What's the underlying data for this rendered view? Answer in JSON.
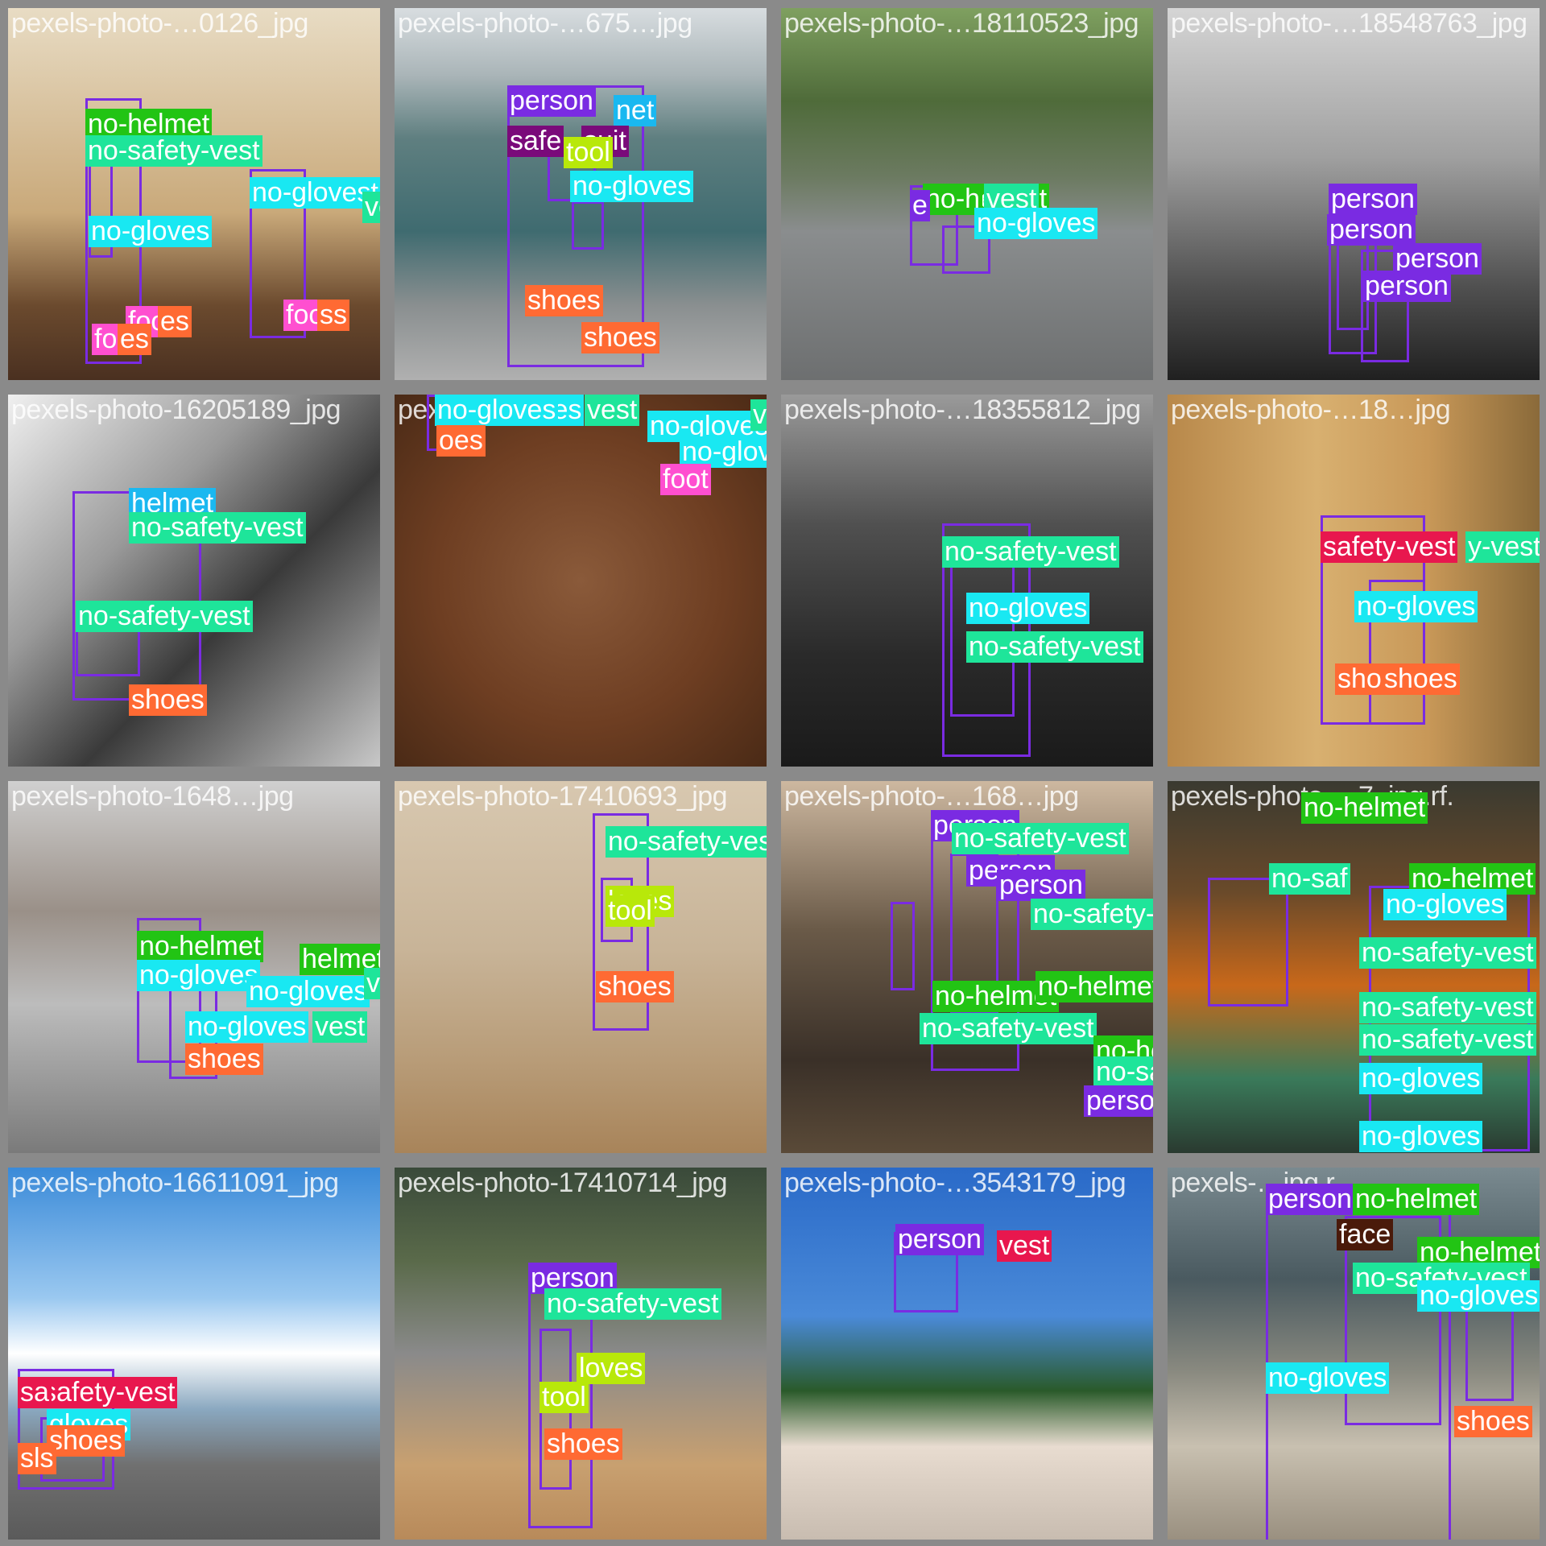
{
  "class_colors": {
    "person": "#7a2be2",
    "no-helmet": "#22c414",
    "no-safety-vest": "#1ee59a",
    "no-gloves": "#19e8f2",
    "safety-vest": "#e8174e",
    "shoes": "#ff6a33",
    "foot": "#ff4fd0",
    "tool": "#b8e80a",
    "helmet": "#1ab8f0",
    "safety-suit": "#7a0a7a",
    "face": "#4a1a0a"
  },
  "tiles": [
    {
      "filename": "pexels-photo-…0126_jpg",
      "labels": [
        {
          "text": "no-helmet",
          "cls": "no-helmet"
        },
        {
          "text": "no-safety-vest",
          "cls": "no-safety-vest"
        },
        {
          "text": "no-glovest",
          "cls": "no-gloves"
        },
        {
          "text": "vest",
          "cls": "no-safety-vest"
        },
        {
          "text": "no-gloves",
          "cls": "no-gloves"
        },
        {
          "text": "foot",
          "cls": "foot"
        },
        {
          "text": "es",
          "cls": "shoes"
        },
        {
          "text": "foot",
          "cls": "foot"
        },
        {
          "text": "ss",
          "cls": "shoes"
        },
        {
          "text": "fo",
          "cls": "foot"
        },
        {
          "text": "es",
          "cls": "shoes"
        }
      ]
    },
    {
      "filename": "pexels-photo-…675…jpg",
      "labels": [
        {
          "text": "person",
          "cls": "person"
        },
        {
          "text": "net",
          "cls": "helmet"
        },
        {
          "text": "safe",
          "cls": "safety-suit"
        },
        {
          "text": "suit",
          "cls": "safety-suit"
        },
        {
          "text": "tool",
          "cls": "tool"
        },
        {
          "text": "no-gloves",
          "cls": "no-gloves"
        },
        {
          "text": "shoes",
          "cls": "shoes"
        },
        {
          "text": "shoes",
          "cls": "shoes"
        }
      ]
    },
    {
      "filename": "pexels-photo-…18110523_jpg",
      "labels": [
        {
          "text": "no-helmet",
          "cls": "no-helmet"
        },
        {
          "text": "vest",
          "cls": "no-safety-vest"
        },
        {
          "text": "no-h",
          "cls": "no-helmet"
        },
        {
          "text": "e",
          "cls": "person"
        },
        {
          "text": "no-gloves",
          "cls": "no-gloves"
        }
      ]
    },
    {
      "filename": "pexels-photo-…18548763_jpg",
      "labels": [
        {
          "text": "person",
          "cls": "person"
        },
        {
          "text": "person",
          "cls": "person"
        },
        {
          "text": "person",
          "cls": "person"
        },
        {
          "text": "person",
          "cls": "person"
        }
      ]
    },
    {
      "filename": "pexels-photo-16205189_jpg",
      "labels": [
        {
          "text": "helmet",
          "cls": "helmet"
        },
        {
          "text": "no-safety-vest",
          "cls": "no-safety-vest"
        },
        {
          "text": "no-safety-vest",
          "cls": "no-safety-vest"
        },
        {
          "text": "shoes",
          "cls": "shoes"
        }
      ]
    },
    {
      "filename": "pexels-photo-…",
      "labels": [
        {
          "text": "no-gloves",
          "cls": "no-gloves"
        },
        {
          "text": "vest",
          "cls": "no-safety-vest"
        },
        {
          "text": "no-gloves",
          "cls": "no-gloves"
        },
        {
          "text": "oes",
          "cls": "shoes"
        },
        {
          "text": "no-gloves",
          "cls": "no-gloves"
        },
        {
          "text": "vest",
          "cls": "no-safety-vest"
        },
        {
          "text": "no-gloves",
          "cls": "no-gloves"
        },
        {
          "text": "foot",
          "cls": "foot"
        }
      ]
    },
    {
      "filename": "pexels-photo-…18355812_jpg",
      "labels": [
        {
          "text": "no-safety-vest",
          "cls": "no-safety-vest"
        },
        {
          "text": "no-gloves",
          "cls": "no-gloves"
        },
        {
          "text": "no-safety-vest",
          "cls": "no-safety-vest"
        }
      ]
    },
    {
      "filename": "pexels-photo-…18…jpg",
      "labels": [
        {
          "text": "safety-vest",
          "cls": "safety-vest"
        },
        {
          "text": "y-vest",
          "cls": "no-safety-vest"
        },
        {
          "text": "no-gloves",
          "cls": "no-gloves"
        },
        {
          "text": "shoe",
          "cls": "shoes"
        },
        {
          "text": "shoes",
          "cls": "shoes"
        }
      ]
    },
    {
      "filename": "pexels-photo-1648…jpg",
      "labels": [
        {
          "text": "no-helmet",
          "cls": "no-helmet"
        },
        {
          "text": "no-gloves",
          "cls": "no-gloves"
        },
        {
          "text": "helmet",
          "cls": "no-helmet"
        },
        {
          "text": "no-gloves",
          "cls": "no-gloves"
        },
        {
          "text": "vest",
          "cls": "no-safety-vest"
        },
        {
          "text": "no-gloves",
          "cls": "no-gloves"
        },
        {
          "text": "vest",
          "cls": "no-safety-vest"
        },
        {
          "text": "shoes",
          "cls": "shoes"
        }
      ]
    },
    {
      "filename": "pexels-photo-17410693_jpg",
      "labels": [
        {
          "text": "no-safety-vest",
          "cls": "no-safety-vest"
        },
        {
          "text": "loves",
          "cls": "tool"
        },
        {
          "text": "tool",
          "cls": "tool"
        },
        {
          "text": "shoes",
          "cls": "shoes"
        }
      ]
    },
    {
      "filename": "pexels-photo-…168…jpg",
      "labels": [
        {
          "text": "person",
          "cls": "person"
        },
        {
          "text": "no-safety-vest",
          "cls": "no-safety-vest"
        },
        {
          "text": "person",
          "cls": "person"
        },
        {
          "text": "person",
          "cls": "person"
        },
        {
          "text": "no-safety-vest",
          "cls": "no-safety-vest"
        },
        {
          "text": "no-helmet",
          "cls": "no-helmet"
        },
        {
          "text": "no-helmet",
          "cls": "no-helmet"
        },
        {
          "text": "no-safety-vest",
          "cls": "no-safety-vest"
        },
        {
          "text": "no-helmet",
          "cls": "no-helmet"
        },
        {
          "text": "no-safety-vest",
          "cls": "no-safety-vest"
        },
        {
          "text": "person",
          "cls": "person"
        }
      ]
    },
    {
      "filename": "pexels-photo-…7_jpg.rf.",
      "labels": [
        {
          "text": "no-helmet",
          "cls": "no-helmet"
        },
        {
          "text": "no-saf",
          "cls": "no-safety-vest"
        },
        {
          "text": "no-helmet",
          "cls": "no-helmet"
        },
        {
          "text": "no-gloves",
          "cls": "no-gloves"
        },
        {
          "text": "no-safety-vest",
          "cls": "no-safety-vest"
        },
        {
          "text": "no-safety-vest",
          "cls": "no-safety-vest"
        },
        {
          "text": "no-safety-vest",
          "cls": "no-safety-vest"
        },
        {
          "text": "no-gloves",
          "cls": "no-gloves"
        },
        {
          "text": "no-gloves",
          "cls": "no-gloves"
        }
      ]
    },
    {
      "filename": "pexels-photo-16611091_jpg",
      "labels": [
        {
          "text": "safety-vest",
          "cls": "safety-vest"
        },
        {
          "text": "sa",
          "cls": "safety-vest"
        },
        {
          "text": "gloves",
          "cls": "no-gloves"
        },
        {
          "text": "shoes",
          "cls": "shoes"
        },
        {
          "text": "sls",
          "cls": "shoes"
        }
      ]
    },
    {
      "filename": "pexels-photo-17410714_jpg",
      "labels": [
        {
          "text": "person",
          "cls": "person"
        },
        {
          "text": "no-safety-vest",
          "cls": "no-safety-vest"
        },
        {
          "text": "loves",
          "cls": "tool"
        },
        {
          "text": "tool",
          "cls": "tool"
        },
        {
          "text": "shoes",
          "cls": "shoes"
        }
      ]
    },
    {
      "filename": "pexels-photo-…3543179_jpg",
      "labels": [
        {
          "text": "person",
          "cls": "person"
        },
        {
          "text": "vest",
          "cls": "safety-vest"
        }
      ]
    },
    {
      "filename": "pexels-…jpg.r",
      "labels": [
        {
          "text": "person",
          "cls": "person"
        },
        {
          "text": "no-helmet",
          "cls": "no-helmet"
        },
        {
          "text": "face",
          "cls": "face"
        },
        {
          "text": "no-helmet",
          "cls": "no-helmet"
        },
        {
          "text": "no-safety-vest",
          "cls": "no-safety-vest"
        },
        {
          "text": "no-gloves",
          "cls": "no-gloves"
        },
        {
          "text": "no-gloves",
          "cls": "no-gloves"
        },
        {
          "text": "shoes",
          "cls": "shoes"
        }
      ]
    }
  ]
}
